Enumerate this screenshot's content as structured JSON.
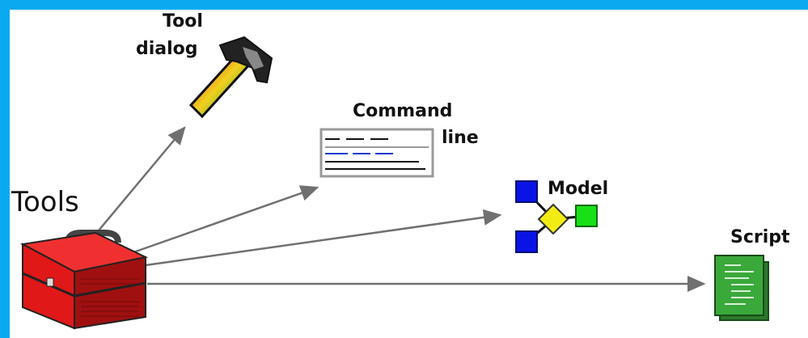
{
  "diagram": {
    "source": {
      "label": "Tools",
      "icon": "toolbox-icon"
    },
    "targets": [
      {
        "id": "tool-dialog",
        "label_lines": [
          "Tool",
          "dialog"
        ],
        "icon": "hammer-icon"
      },
      {
        "id": "command-line",
        "label_lines": [
          "Command",
          "line"
        ],
        "icon": "command-window-icon"
      },
      {
        "id": "model",
        "label_lines": [
          "Model"
        ],
        "icon": "model-diagram-icon"
      },
      {
        "id": "script",
        "label_lines": [
          "Script"
        ],
        "icon": "script-document-icon"
      }
    ]
  },
  "colors": {
    "frame": "#0aaaf0",
    "background": "#ffffff",
    "arrow": "#707070",
    "toolbox": "#e01818",
    "model_blue": "#0a14e6",
    "model_yellow": "#f2ec14",
    "model_green": "#18e018",
    "script_green": "#3aa83a",
    "cmd_blue": "#1c3cd0"
  }
}
